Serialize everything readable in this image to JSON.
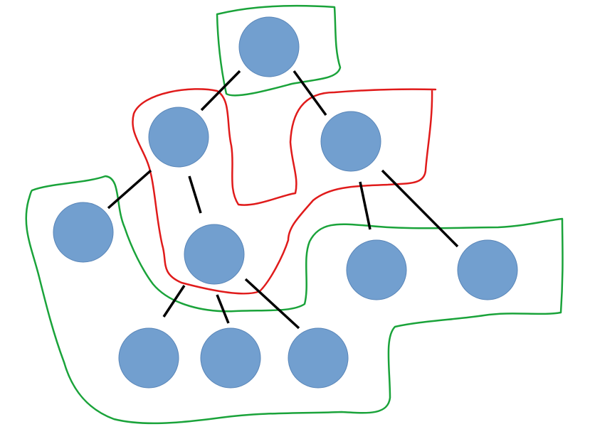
{
  "colors": {
    "background": "#ffffff",
    "node_fill": "#729fcf",
    "node_stroke": "#5a86b8",
    "edge": "#000000",
    "region_green": "#1aa33a",
    "region_red": "#e01b1b"
  },
  "nodes": [
    {
      "id": "n1"
    },
    {
      "id": "n2"
    },
    {
      "id": "n3"
    },
    {
      "id": "n4"
    },
    {
      "id": "n5"
    },
    {
      "id": "n6"
    },
    {
      "id": "n7"
    },
    {
      "id": "n8"
    },
    {
      "id": "n9"
    },
    {
      "id": "n10"
    }
  ],
  "edges": [
    {
      "from": "n1",
      "to": "n2"
    },
    {
      "from": "n1",
      "to": "n3"
    },
    {
      "from": "n2",
      "to": "n4"
    },
    {
      "from": "n2",
      "to": "n5"
    },
    {
      "from": "n3",
      "to": "n6"
    },
    {
      "from": "n3",
      "to": "n7"
    },
    {
      "from": "n5",
      "to": "n8"
    },
    {
      "from": "n5",
      "to": "n9"
    },
    {
      "from": "n5",
      "to": "n10"
    }
  ],
  "regions": [
    {
      "id": "region-top",
      "color": "green"
    },
    {
      "id": "region-middle",
      "color": "red"
    },
    {
      "id": "region-bottom",
      "color": "green"
    }
  ]
}
